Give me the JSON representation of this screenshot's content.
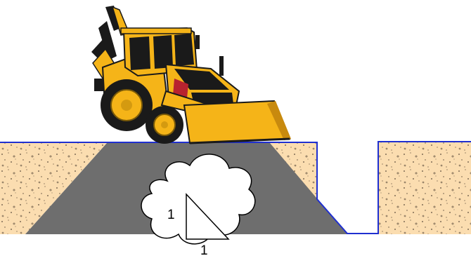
{
  "diagram": {
    "subject": "backhoe-loader-on-trench-slope",
    "slope_ratio": {
      "rise_label": "1",
      "run_label": "1"
    },
    "colors": {
      "soil": "#FBDDB0",
      "soil_speckle": "#5a4a3a",
      "trench_fill": "#6E6E6E",
      "ground_line": "#1f2fd0",
      "machine_yellow": "#F5B418",
      "machine_dark": "#1A1A1A",
      "cloud": "#FFFFFF"
    }
  }
}
